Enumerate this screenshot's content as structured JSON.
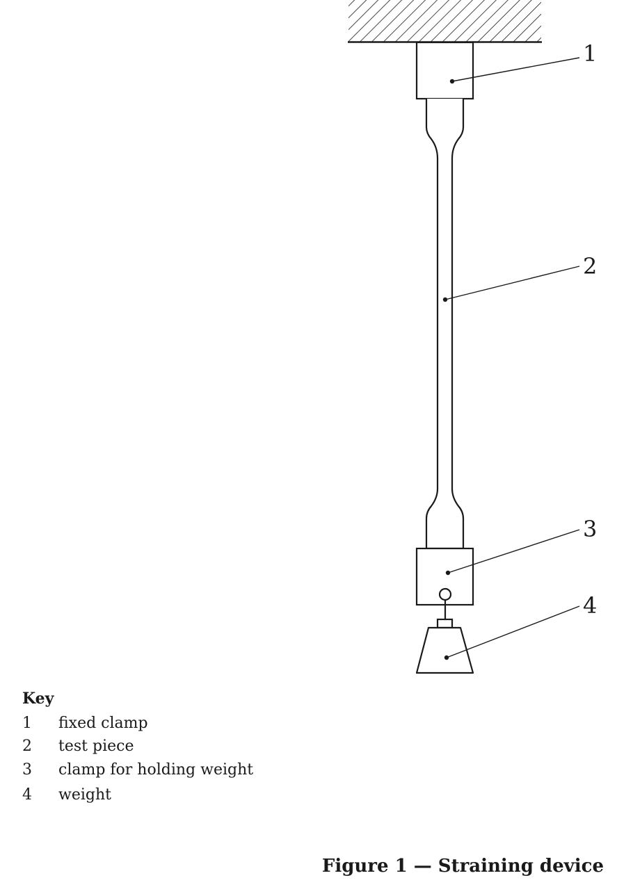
{
  "diagram": {
    "callouts": [
      "1",
      "2",
      "3",
      "4"
    ]
  },
  "key": {
    "title": "Key",
    "items": [
      {
        "num": "1",
        "label": "fixed clamp"
      },
      {
        "num": "2",
        "label": "test piece"
      },
      {
        "num": "3",
        "label": "clamp for holding weight"
      },
      {
        "num": "4",
        "label": "weight"
      }
    ]
  },
  "caption": "Figure 1 — Straining device"
}
